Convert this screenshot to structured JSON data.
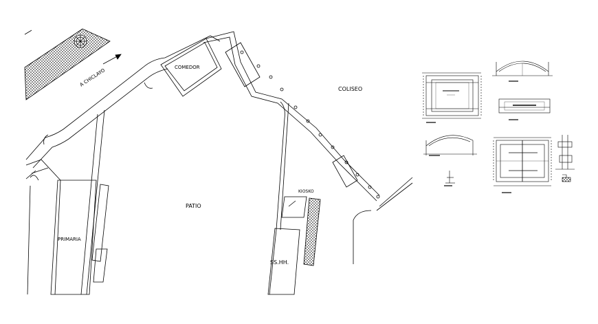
{
  "site_plan": {
    "road_label": "A CHICLAYO",
    "comedor_label": "COMEDOR",
    "coliseo_label": "COLISEO",
    "patio_label": "PATIO",
    "kiosko_label": "KIOSKO",
    "primaria_label": "PRIMARIA",
    "sshh_label": "SS.HH."
  },
  "colors": {
    "line": "#000000",
    "background": "#ffffff"
  }
}
